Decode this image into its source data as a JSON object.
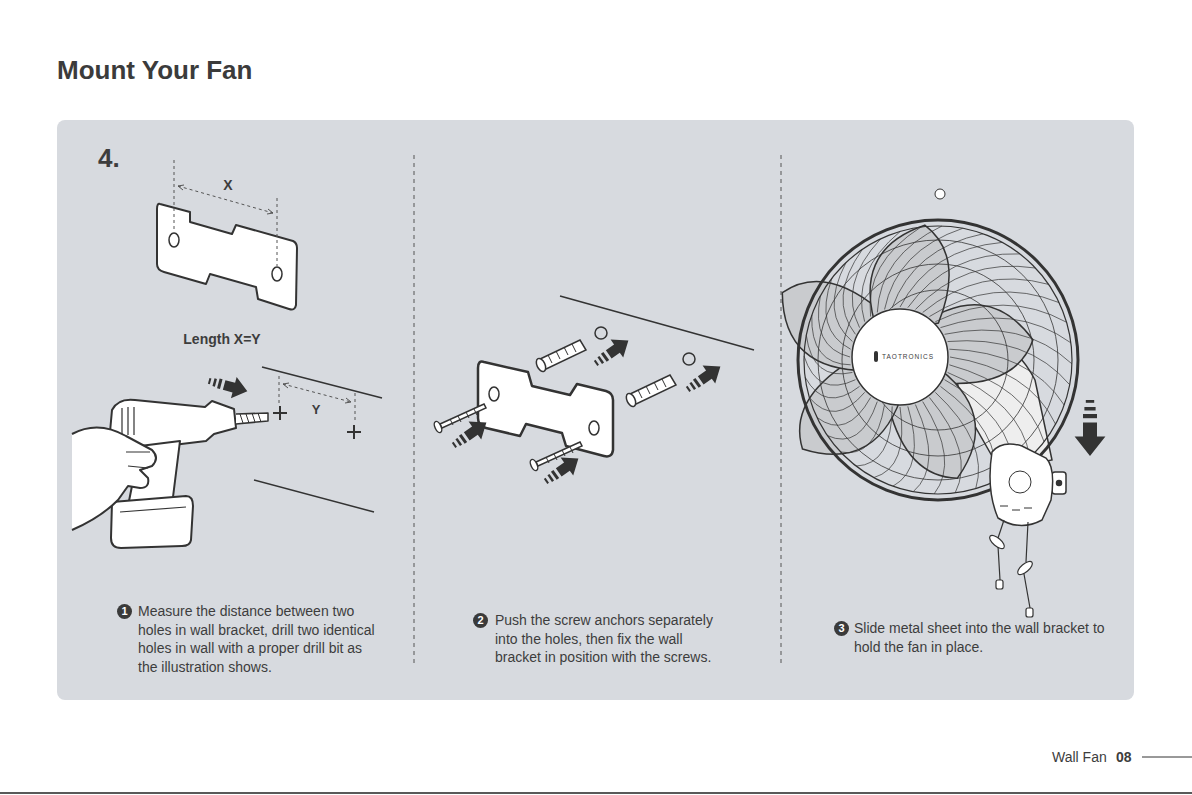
{
  "diagram": {
    "title": "Mount Your Fan",
    "labels": [
      "4.",
      "X",
      "Length X=Y",
      "Y",
      "1",
      "Measure the distance between two holes in wall bracket, drill two identical holes in wall with a proper drill bit as the illustration shows.",
      "2",
      "Push the screw anchors separately into the holes, then fix the wall bracket in position with the screws.",
      "3",
      "Slide metal sheet into the wall bracket to hold the fan in place.",
      "TAOTRONICS",
      "Wall Fan",
      "08"
    ]
  }
}
